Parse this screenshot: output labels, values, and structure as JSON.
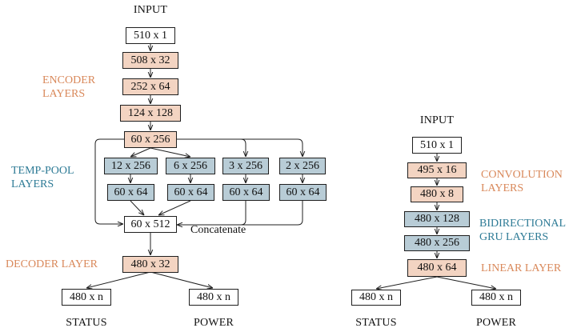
{
  "colors": {
    "orange_label": "#d9885a",
    "teal_label": "#2e7b96",
    "orange_box": "#f3d4c2",
    "blue_box": "#b8ccd6",
    "white_box": "#ffffff",
    "stroke": "#1f1f1f"
  },
  "left_model": {
    "input_title": "INPUT",
    "input_box": "510 x 1",
    "encoder_label": "ENCODER\nLAYERS",
    "encoder_boxes": [
      "508 x 32",
      "252 x 64",
      "124 x 128",
      "60 x 256"
    ],
    "temp_pool_label": "TEMP-POOL\nLAYERS",
    "pool_boxes": [
      "12 x 256",
      "6 x 256",
      "3 x 256",
      "2 x 256"
    ],
    "pool_out_boxes": [
      "60 x 64",
      "60 x 64",
      "60 x 64",
      "60 x 64"
    ],
    "concat_box": "60 x 512",
    "concat_label": "Concatenate",
    "decoder_label": "DECODER LAYER",
    "decoder_box": "480 x 32",
    "outputs": [
      {
        "box": "480 x n",
        "label": "STATUS"
      },
      {
        "box": "480 x n",
        "label": "POWER"
      }
    ]
  },
  "right_model": {
    "input_title": "INPUT",
    "input_box": "510 x 1",
    "convolution_label": "CONVOLUTION\nLAYERS",
    "conv_boxes": [
      "495 x 16",
      "480 x 8"
    ],
    "gru_label": "BIDIRECTIONAL\nGRU LAYERS",
    "gru_boxes": [
      "480 x 128",
      "480 x 256"
    ],
    "linear_label": "LINEAR LAYER",
    "linear_box": "480 x 64",
    "outputs": [
      {
        "box": "480 x n",
        "label": "STATUS"
      },
      {
        "box": "480 x n",
        "label": "POWER"
      }
    ]
  }
}
